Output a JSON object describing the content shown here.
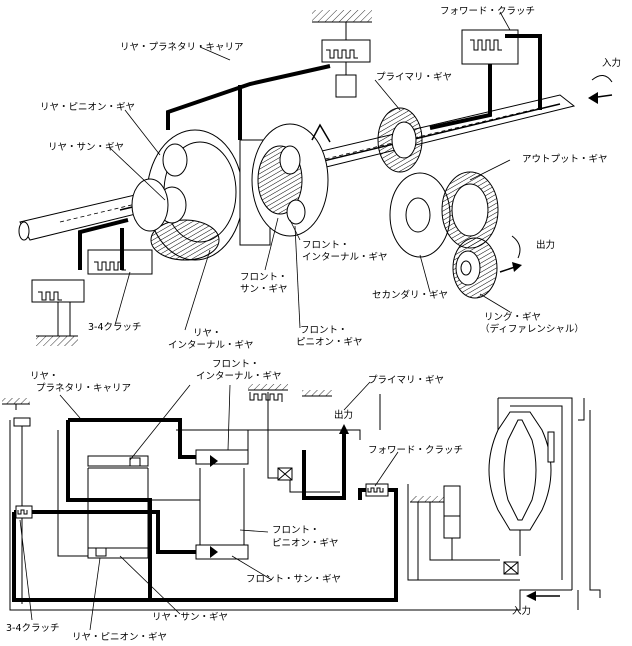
{
  "top_view": {
    "labels": {
      "rear_planetary_carrier": "リヤ・プラネタリ・キャリア",
      "forward_clutch": "フォワード・クラッチ",
      "input": "入力",
      "rear_pinion_gear": "リヤ・ピニオン・ギヤ",
      "primary_gear": "プライマリ・ギヤ",
      "rear_sun_gear": "リヤ・サン・ギヤ",
      "output_gear": "アウトプット・ギヤ",
      "output": "出力",
      "front_internal_gear_1": "フロント・",
      "front_internal_gear_2": "インターナル・ギヤ",
      "front_sun_gear_1": "フロント・",
      "front_sun_gear_2": "サン・ギヤ",
      "secondary_gear": "セカンダリ・ギヤ",
      "clutch_34": "3-4クラッチ",
      "rear_internal_gear_1": "リヤ・",
      "rear_internal_gear_2": "インターナル・ギヤ",
      "front_pinion_gear_1": "フロント・",
      "front_pinion_gear_2": "ピニオン・ギヤ",
      "ring_gear_1": "リング・ギヤ",
      "ring_gear_2": "（ディファレンシャル）"
    }
  },
  "bottom_view": {
    "labels": {
      "rear_1": "リヤ・",
      "rear_planetary_carrier": "プラネタリ・キャリア",
      "front_internal_gear_1": "フロント・",
      "front_internal_gear_2": "インターナル・ギヤ",
      "primary_gear": "プライマリ・ギヤ",
      "output": "出力",
      "forward_clutch": "フォワード・クラッチ",
      "front_pinion_gear_1": "フロント・",
      "front_pinion_gear_2": "ピニオン・ギヤ",
      "front_sun_gear": "フロント・サン・ギヤ",
      "input": "入力",
      "rear_sun_gear": "リヤ・サン・ギヤ",
      "clutch_34": "3-4クラッチ",
      "rear_pinion_gear": "リヤ・ピニオン・ギヤ"
    }
  }
}
